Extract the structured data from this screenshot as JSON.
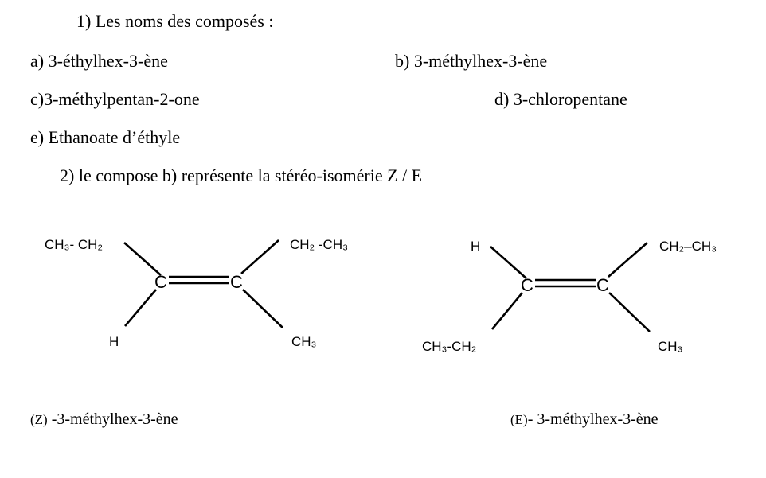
{
  "text": {
    "heading1": "1)  Les noms des composés :",
    "a": "a) 3-éthylhex-3-ène",
    "b": "b) 3-méthylhex-3-ène",
    "c": "c)3-méthylpentan-2-one",
    "d": "d) 3-chloropentane",
    "e": "e) Ethanoate d’éthyle",
    "heading2": "2) le compose b) représente la stéréo-isomérie Z / E",
    "captionZ_prefix": "(Z)",
    "captionZ_rest": " -3-méthylhex-3-ène",
    "captionE_prefix": "(E)",
    "captionE_rest": "- 3-méthylhex-3-ène"
  },
  "molZ": {
    "tl": "CH₃- CH₂",
    "tr": "CH₂ -CH₃",
    "bl": "H",
    "br": "CH₃",
    "c1": "C",
    "c2": "C"
  },
  "molE": {
    "tl": "H",
    "tr": "CH₂–CH₃",
    "bl": "CH₃-CH₂",
    "br": "CH₃",
    "c1": "C",
    "c2": "C"
  }
}
